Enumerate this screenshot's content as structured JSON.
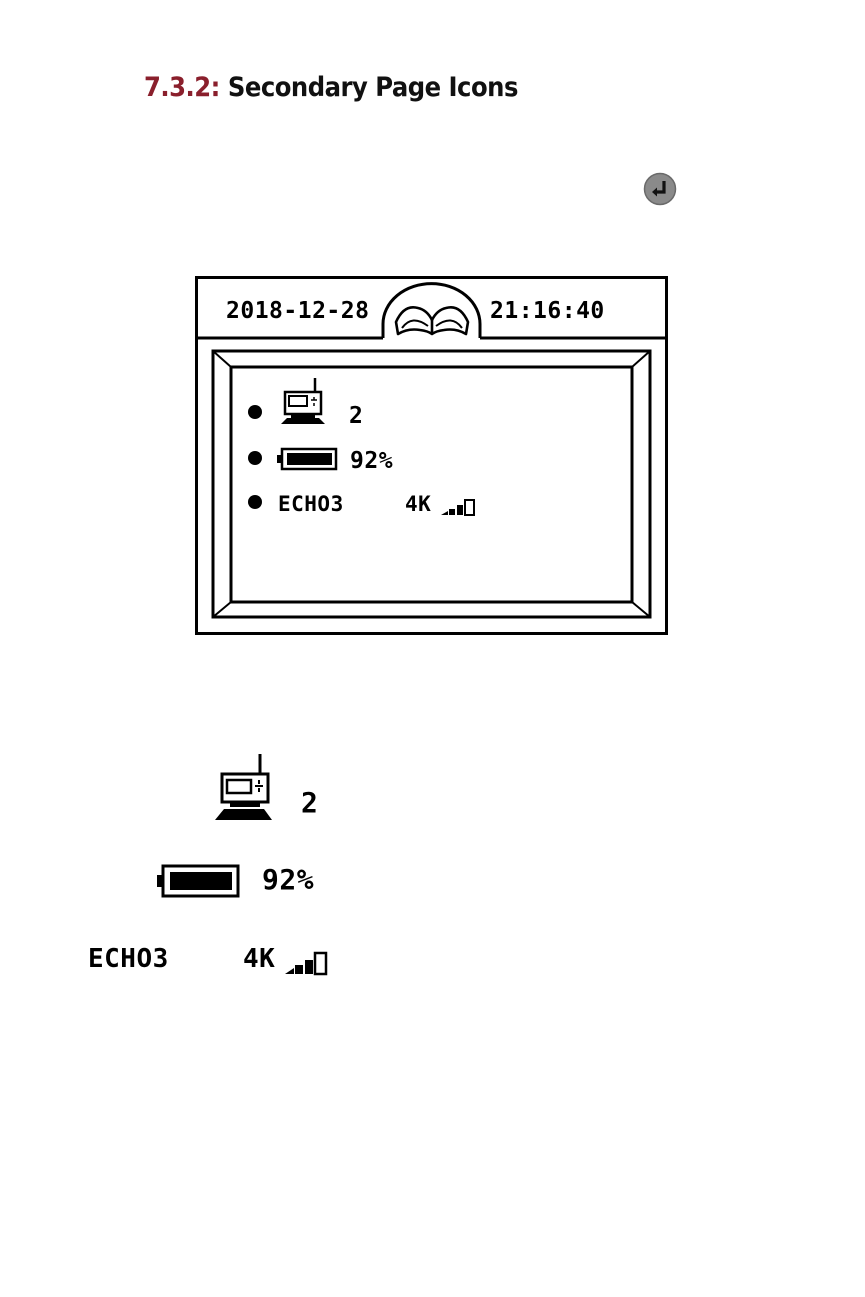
{
  "section": {
    "number": "7.3.2:",
    "title": "Secondary Page Icons"
  },
  "icons": {
    "enter": "enter-return-icon",
    "transmitter": "transmitter-icon",
    "battery": "battery-icon",
    "signal": "signal-strength-icon",
    "book": "open-book-icon"
  },
  "lcd": {
    "date": "2018-12-28",
    "time": "21:16:40",
    "transmitter_count": "2",
    "battery_percent": "92%",
    "channel": "ECHO3",
    "power": "4K"
  },
  "legend": {
    "transmitter_count": "2",
    "battery_percent": "92%",
    "channel": "ECHO3",
    "power": "4K"
  },
  "colors": {
    "heading_number": "#8a1f2c",
    "icon_gray": "#8a8a8a"
  }
}
